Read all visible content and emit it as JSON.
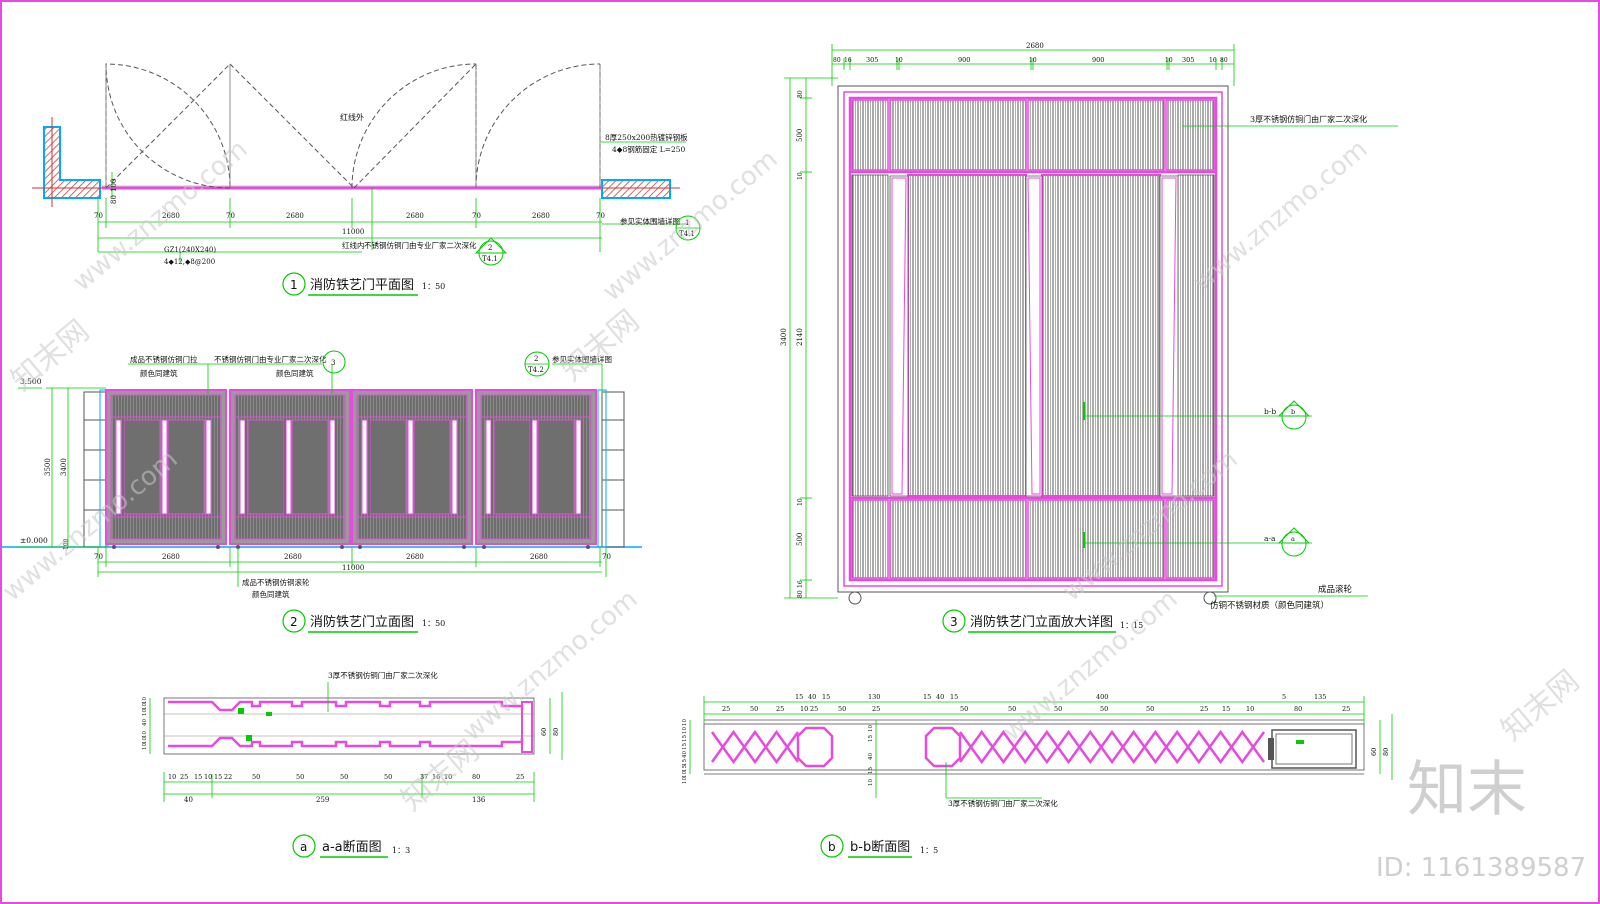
{
  "drawing": {
    "plan": {
      "num": "1",
      "title": "消防铁艺门平面图",
      "scale": "1：50",
      "label_outside": "红线外",
      "label_plate": "8厚250x200热镀锌钢板",
      "label_anchor": "4◆8钢筋固定 L=250",
      "label_refer": "参见实体围墙详图",
      "ref1_top": "1",
      "ref1_bot": "T4.1",
      "label_inside": "红线内",
      "label_door": "不锈钢仿铜门由专业厂家二次深化",
      "ref2_top": "2",
      "ref2_bot": "T4.1",
      "label_col": "GZ1(240X240)",
      "label_rebar": "4◆12,◆8@200",
      "dims": [
        "70",
        "2680",
        "70",
        "2680",
        "2680",
        "70",
        "2680",
        "70"
      ],
      "total": "11000",
      "left_dims": [
        "100",
        "80"
      ]
    },
    "elev": {
      "num": "2",
      "title": "消防铁艺门立面图",
      "scale": "1：50",
      "label_handle": "成品不锈钢仿铜门拉",
      "label_color": "颜色同建筑",
      "label_door": "不锈钢仿铜门由专业厂家二次深化",
      "ref3": "3",
      "label_color2": "颜色同建筑",
      "ref_wall_top": "2",
      "ref_wall_bot": "T4.2",
      "label_wall": "参见实体围墙详图",
      "level_top": "3.500",
      "level_zero": "±0.000",
      "vdim1": "3500",
      "vdim2": "3400",
      "vdim3": "100",
      "dims": [
        "70",
        "2680",
        "2680",
        "2680",
        "2680",
        "70"
      ],
      "total": "11000",
      "label_wheel": "成品不锈钢仿铜滚轮",
      "label_wheel_color": "颜色同建筑"
    },
    "detail": {
      "num": "3",
      "title": "消防铁艺门立面放大详图",
      "scale": "1：15",
      "overall": "2680",
      "dims": [
        "80",
        "16",
        "305",
        "10",
        "900",
        "10",
        "900",
        "10",
        "305",
        "16",
        "80"
      ],
      "vdims": [
        "3400",
        "80",
        "500",
        "10",
        "2140",
        "10",
        "500",
        "16",
        "80"
      ],
      "label_material": "3厚不锈钢仿铜门由厂家二次深化",
      "sec_b": "b-b",
      "sec_b_sym": "b",
      "sec_a": "a-a",
      "sec_a_sym": "a",
      "label_wheel": "成品滚轮",
      "label_wheel_mat": "仿铜不锈钢材质（颜色同建筑）"
    },
    "sec_a": {
      "num": "a",
      "title": "a-a断面图",
      "scale": "1：3",
      "label_top": "3厚不锈钢仿铜门由厂家二次深化",
      "dims": [
        "10",
        "25",
        "15",
        "10",
        "15",
        "22",
        "50",
        "50",
        "50",
        "50",
        "37",
        "16",
        "10",
        "80",
        "25"
      ],
      "dims2": [
        "40",
        "259",
        "136"
      ],
      "left_dims": [
        "10",
        "10",
        "10",
        "40",
        "10",
        "10",
        "10"
      ],
      "right_dims": [
        "60",
        "80"
      ]
    },
    "sec_b": {
      "num": "b",
      "title": "b-b断面图",
      "scale": "1：5",
      "label_bottom": "3厚不锈钢仿铜门由厂家二次深化",
      "dims_top": [
        "15",
        "40",
        "15",
        "130",
        "15",
        "40",
        "15",
        "400",
        "5",
        "135"
      ],
      "dims": [
        "25",
        "50",
        "25",
        "10",
        "25",
        "50",
        "25",
        "50",
        "50",
        "50",
        "50",
        "50",
        "25",
        "15",
        "10",
        "80",
        "25"
      ],
      "left_dims": [
        "10",
        "10",
        "15",
        "15",
        "40",
        "15",
        "15",
        "10",
        "10"
      ],
      "center_dims": [
        "10",
        "15",
        "40",
        "15",
        "10"
      ],
      "right_dims": [
        "60",
        "80"
      ]
    }
  },
  "watermark": {
    "site": "www.znzmo.com",
    "brand": "知末网",
    "logo": "知末",
    "id": "ID: 1161389587"
  },
  "colors": {
    "frame": "#e84ae0",
    "dim": "#00cc00",
    "wall": "#00aaff",
    "hatch": "#cc3333",
    "glass": "#707070"
  }
}
